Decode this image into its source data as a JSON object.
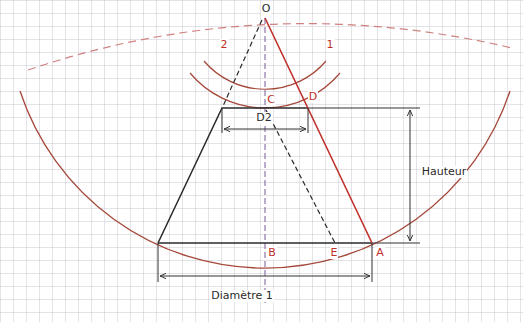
{
  "diagram": {
    "labels": [
      "O",
      "2",
      "1",
      "C",
      "D",
      "D2",
      "Hauteur",
      "B",
      "E",
      "A",
      "Diamètre 1"
    ]
  }
}
